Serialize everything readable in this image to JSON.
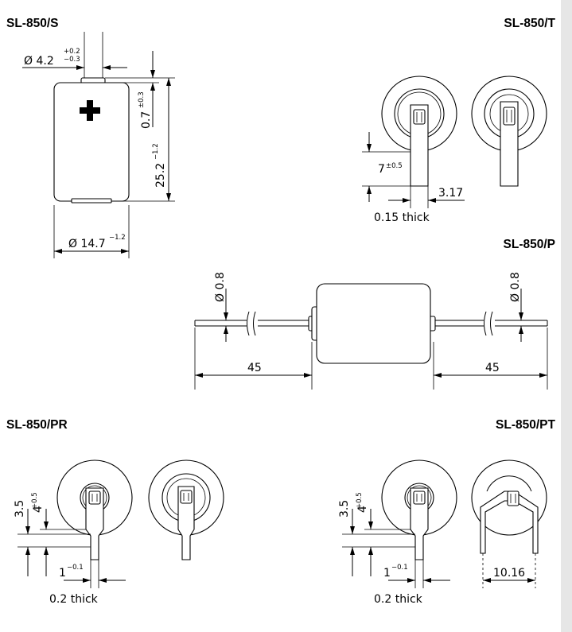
{
  "titles": {
    "s": "SL-850/S",
    "t": "SL-850/T",
    "p": "SL-850/P",
    "pr": "SL-850/PR",
    "pt": "SL-850/PT"
  },
  "dims": {
    "s_terminal_dia": "Ø 4.2",
    "s_terminal_dia_tol_plus": "+0.2",
    "s_terminal_dia_tol_minus": "−0.3",
    "s_terminal_height": "0.7",
    "s_terminal_height_tol": "±0.3",
    "s_height": "25.2",
    "s_height_tol": "−1.2",
    "s_dia": "Ø 14.7",
    "s_dia_tol": "−1.2",
    "t_tab_len": "7",
    "t_tab_len_tol": "±0.5",
    "t_tab_width": "3.17",
    "t_thick": "0.15 thick",
    "p_wire_dia_left": "Ø 0.8",
    "p_wire_dia_right": "Ø 0.8",
    "p_len_left": "45",
    "p_len_right": "45",
    "pr_a": "3.5",
    "pr_b": "4",
    "pr_b_tol": "+0.5",
    "pr_pin": "1",
    "pr_pin_tol": "−0.1",
    "pr_thick": "0.2 thick",
    "pt_a": "3.5",
    "pt_b": "4",
    "pt_b_tol": "+0.5",
    "pt_pin": "1",
    "pt_pin_tol": "−0.1",
    "pt_thick": "0.2 thick",
    "pt_spacing": "10.16"
  },
  "symbols": {
    "plus_icon": "plus-sign",
    "wire_break_icon": "break-mark"
  }
}
